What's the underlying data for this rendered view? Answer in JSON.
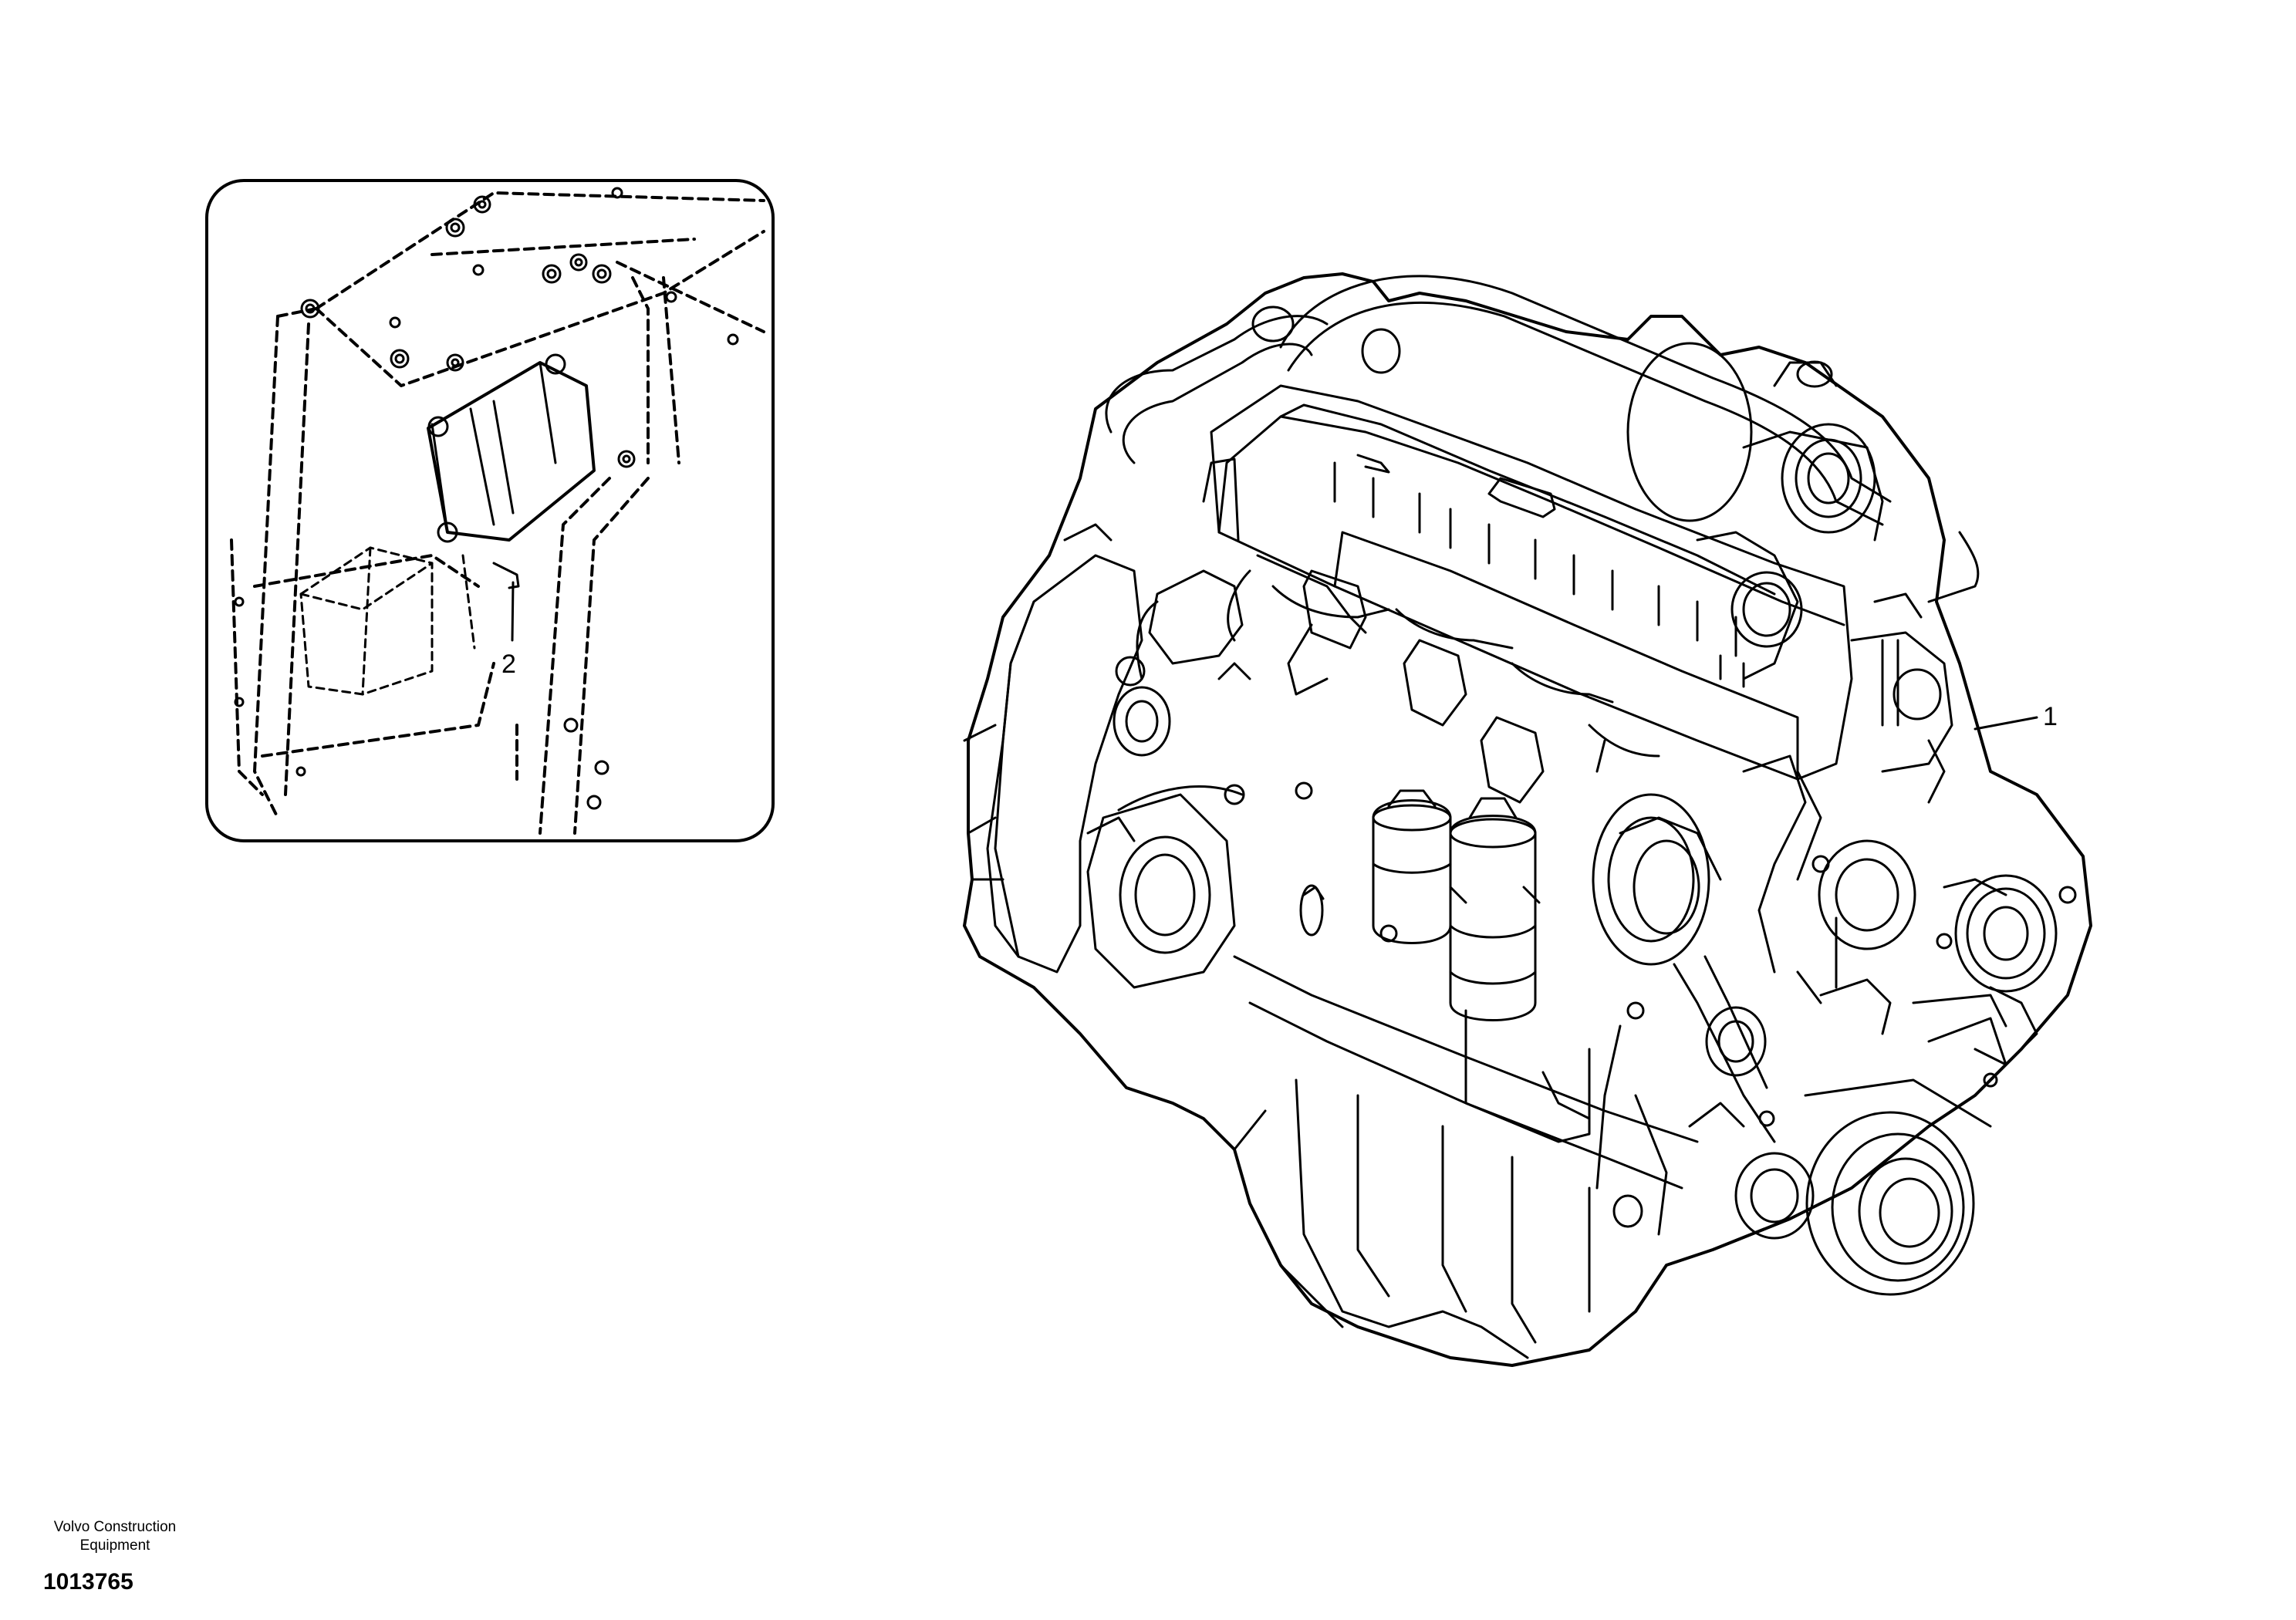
{
  "callouts": {
    "engine_label": "1",
    "ecu_screw_label": "2"
  },
  "footer": {
    "company_line1": "Volvo Construction",
    "company_line2": "Equipment",
    "document_number": "1013765"
  },
  "colors": {
    "line": "#000000",
    "background": "#ffffff"
  }
}
